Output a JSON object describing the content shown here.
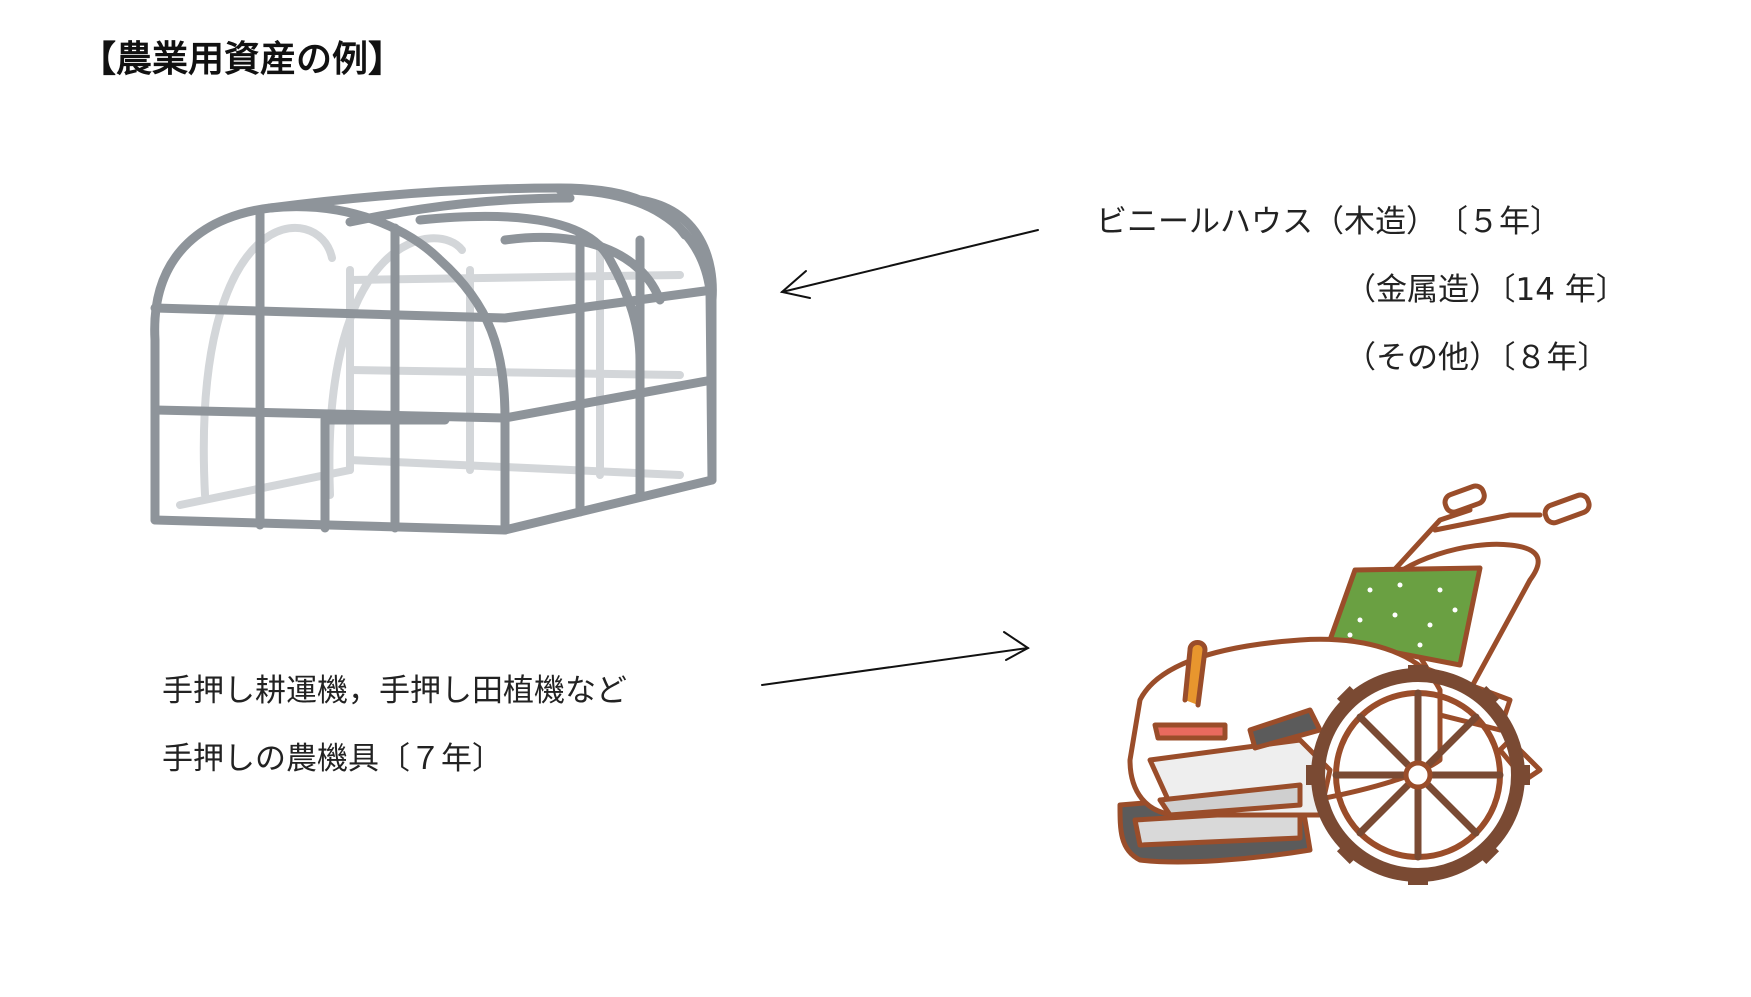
{
  "title": "【農業用資産の例】",
  "greenhouse_caption": {
    "line1": "ビニールハウス（木造）　〔５年〕",
    "line2": "（金属造）〔14 年〕",
    "line3": "（その他）〔８年〕"
  },
  "tractor_caption": {
    "line1": "手押し耕運機，手押し田植機など",
    "line2": "手押しの農機具〔７年〕"
  },
  "colors": {
    "frame": "#8e949a",
    "frame_back": "#d3d6d9",
    "machine_outline": "#9a4d2a",
    "seedling_green": "#6aa042",
    "handle_orange": "#e8962e",
    "stripe_red": "#e86a5e",
    "dark_gray": "#5b5b5b"
  },
  "icons": [
    "greenhouse-illustration",
    "rice-planter-illustration",
    "arrow-icon"
  ]
}
